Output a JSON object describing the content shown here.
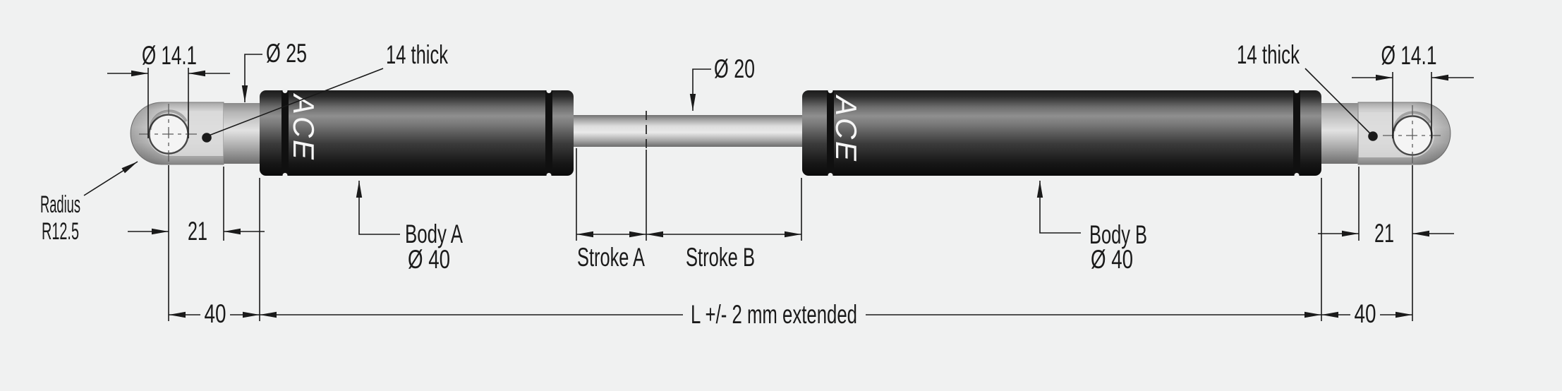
{
  "drawing": {
    "background_color": "#f0f1f1",
    "ink_color": "#1a1a1a",
    "body_dark_color": "#1b1b1b",
    "metal_light_color": "#e9e9e9",
    "brand_left": "ACE",
    "brand_right": "ACE",
    "labels": {
      "eye_diameter_left": "Ø 14.1",
      "eye_diameter_right": "Ø 14.1",
      "collar_diameter": "Ø 25",
      "rod_diameter": "Ø 20",
      "eye_thickness_left": "14 thick",
      "eye_thickness_right": "14 thick",
      "radius_word": "Radius",
      "radius_value": "R12.5",
      "eye_offset_left": "21",
      "eye_offset_right": "21",
      "end_length_left": "40",
      "end_length_right": "40",
      "body_a_label": "Body A",
      "body_a_diameter": "Ø 40",
      "body_b_label": "Body B",
      "body_b_diameter": "Ø 40",
      "stroke_a_label": "Stroke A",
      "stroke_b_label": "Stroke B",
      "total_length_label": "L +/- 2 mm extended"
    }
  }
}
